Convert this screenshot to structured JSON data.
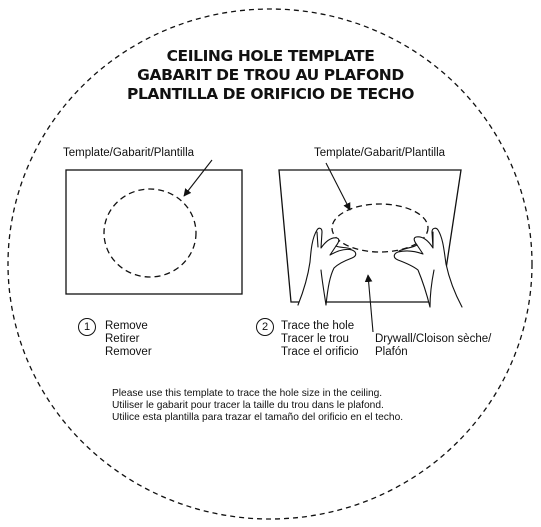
{
  "titles": [
    "CEILING HOLE TEMPLATE",
    "GABARIT DE TROU AU PLAFOND",
    "PLANTILLA DE ORIFICIO DE TECHO"
  ],
  "template_label_left": "Template/Gabarit/Plantilla",
  "template_label_right": "Template/Gabarit/Plantilla",
  "step1": {
    "number": "1",
    "lines": [
      "Remove",
      "Retirer",
      "Remover"
    ]
  },
  "step2": {
    "number": "2",
    "lines": [
      "Trace the hole",
      "Tracer le trou",
      "Trace el orificio"
    ]
  },
  "drywall_label": [
    "Drywall/Cloison sèche/",
    "Plafón"
  ],
  "instructions": [
    "Please use this template to trace the hole size in the ceiling.",
    "Utiliser le gabarit pour tracer la taille du trou dans le plafond.",
    "Utilice esta plantilla para trazar el tamaño del orificio en el techo."
  ]
}
